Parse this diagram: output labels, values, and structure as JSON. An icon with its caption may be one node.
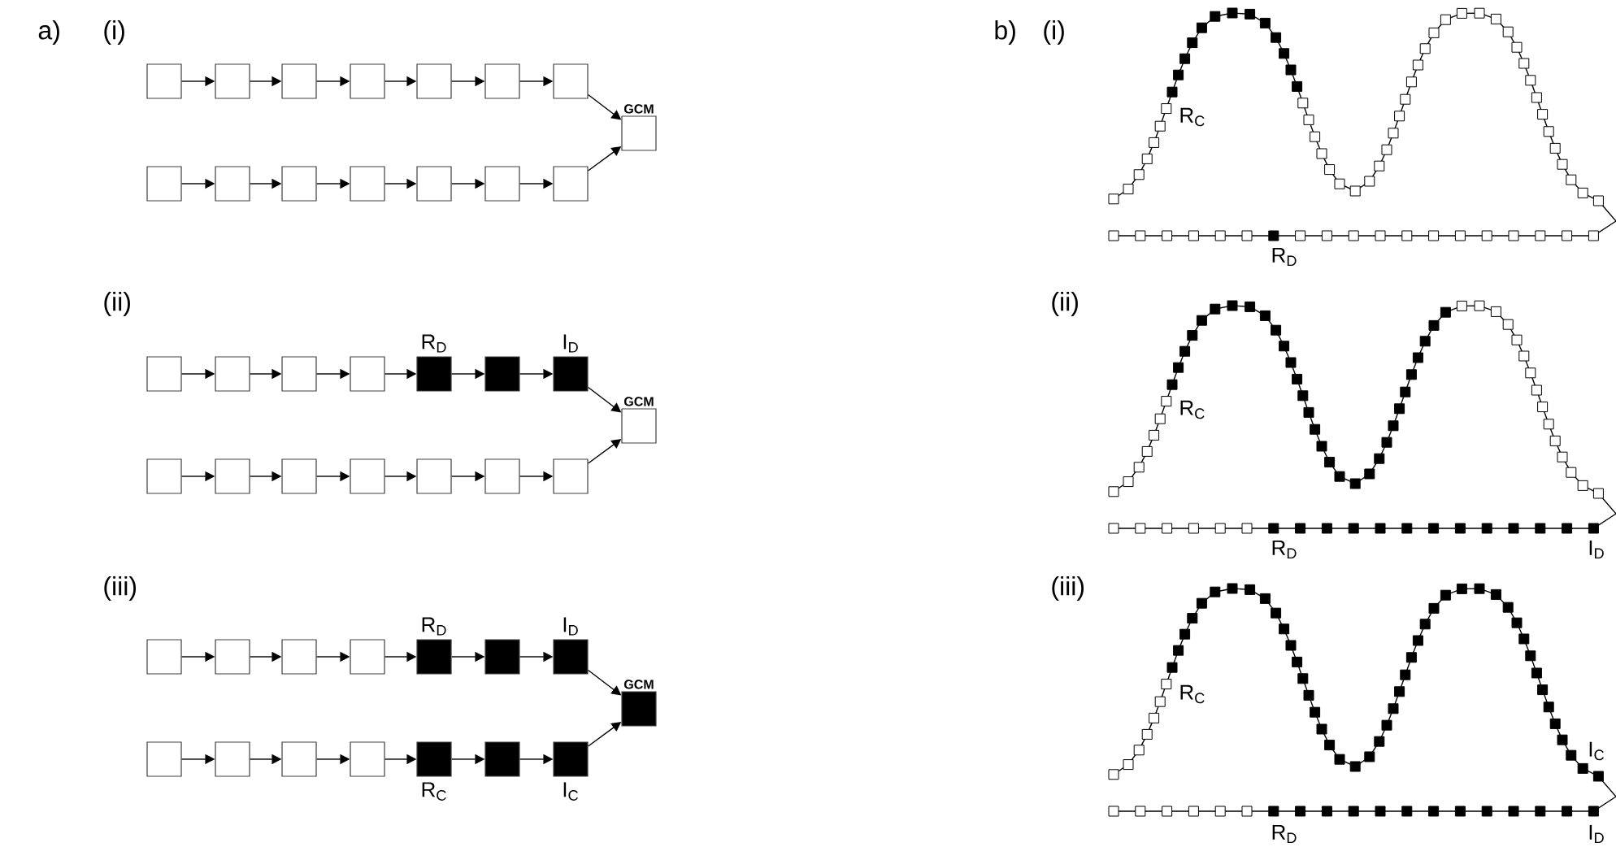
{
  "diagram": {
    "nodes": [
      {
        "text": [],
        "shape": "box"
      },
      {
        "text": [],
        "shape": "box"
      },
      {
        "text": [],
        "shape": "box"
      },
      {
        "text": [],
        "shape": "box"
      },
      {
        "text": [],
        "shape": "box"
      },
      {
        "text": [],
        "shape": "box"
      },
      {
        "text": [],
        "shape": "box"
      },
      {
        "text": [],
        "shape": "box"
      },
      {
        "text": [],
        "shape": "box"
      },
      {
        "text": [],
        "shape": "box"
      },
      {
        "text": [],
        "shape": "box"
      },
      {
        "text": [],
        "shape": "box"
      },
      {
        "text": [],
        "shape": "box"
      },
      {
        "text": [],
        "shape": "box"
      },
      {
        "text": [
          "GCM"
        ]
      },
      {
        "text": [],
        "shape": "box"
      },
      {
        "text": [],
        "shape": "box"
      },
      {
        "text": [],
        "shape": "box"
      },
      {
        "text": [],
        "shape": "box"
      },
      {
        "text": [],
        "shape": "box",
        "beside": [
          "R$_{D}$"
        ]
      },
      {
        "text": [],
        "shape": "box"
      },
      {
        "text": [],
        "shape": "box",
        "beside": [
          "I$_{D}$"
        ]
      },
      {
        "text": [],
        "shape": "box"
      },
      {
        "text": [],
        "shape": "box"
      },
      {
        "text": [],
        "shape": "box"
      },
      {
        "text": [],
        "shape": "box"
      },
      {
        "text": [],
        "shape": "box"
      },
      {
        "text": [],
        "shape": "box"
      },
      {
        "text": [],
        "shape": "box"
      },
      {
        "text": [
          "GCM"
        ]
      },
      {
        "text": [],
        "shape": "box"
      },
      {
        "text": [],
        "shape": "box"
      },
      {
        "text": [],
        "shape": "box"
      },
      {
        "text": [],
        "shape": "box"
      },
      {
        "text": [],
        "shape": "box",
        "beside": [
          "R$_{D}$"
        ]
      },
      {
        "text": [],
        "shape": "box"
      },
      {
        "text": [],
        "shape": "box",
        "beside": [
          "I$_{D}$"
        ]
      },
      {
        "text": [],
        "shape": "box"
      },
      {
        "text": [],
        "shape": "box"
      },
      {
        "text": [],
        "shape": "box"
      },
      {
        "text": [],
        "shape": "box"
      },
      {
        "text": [],
        "shape": "box",
        "beside": [
          "R$_{C}$"
        ]
      },
      {
        "text": [],
        "shape": "box"
      },
      {
        "text": [],
        "shape": "box",
        "beside": [
          "I$_{C}$"
        ]
      },
      {
        "text": [
          "GCM"
        ]
      }
    ],
    "edges": [
      {
        "from": 0,
        "to": 1,
        "arrow": "to"
      },
      {
        "from": 1,
        "to": 2,
        "arrow": "to"
      },
      {
        "from": 2,
        "to": 3,
        "arrow": "to"
      },
      {
        "from": 3,
        "to": 4,
        "arrow": "to"
      },
      {
        "from": 4,
        "to": 5,
        "arrow": "to"
      },
      {
        "from": 5,
        "to": 6,
        "arrow": "to"
      },
      {
        "from": 6,
        "to": 14,
        "arrow": "to"
      },
      {
        "from": 7,
        "to": 8,
        "arrow": "to"
      },
      {
        "from": 8,
        "to": 9,
        "arrow": "to"
      },
      {
        "from": 9,
        "to": 10,
        "arrow": "to"
      },
      {
        "from": 10,
        "to": 11,
        "arrow": "to"
      },
      {
        "from": 11,
        "to": 12,
        "arrow": "to"
      },
      {
        "from": 12,
        "to": 13,
        "arrow": "to"
      },
      {
        "from": 13,
        "to": 14,
        "arrow": "to"
      },
      {
        "from": 15,
        "to": 16,
        "arrow": "to"
      },
      {
        "from": 16,
        "to": 17,
        "arrow": "to"
      },
      {
        "from": 17,
        "to": 18,
        "arrow": "to"
      },
      {
        "from": 18,
        "to": 19,
        "arrow": "to"
      },
      {
        "from": 19,
        "to": 20,
        "arrow": "to"
      },
      {
        "from": 20,
        "to": 21,
        "arrow": "to"
      },
      {
        "from": 21,
        "to": 29,
        "arrow": "to"
      },
      {
        "from": 22,
        "to": 23,
        "arrow": "to"
      },
      {
        "from": 23,
        "to": 24,
        "arrow": "to"
      },
      {
        "from": 24,
        "to": 25,
        "arrow": "to"
      },
      {
        "from": 25,
        "to": 26,
        "arrow": "to"
      },
      {
        "from": 26,
        "to": 27,
        "arrow": "to"
      },
      {
        "from": 27,
        "to": 28,
        "arrow": "to"
      },
      {
        "from": 28,
        "to": 29,
        "arrow": "to"
      },
      {
        "from": 30,
        "to": 31,
        "arrow": "to"
      },
      {
        "from": 31,
        "to": 32,
        "arrow": "to"
      },
      {
        "from": 32,
        "to": 33,
        "arrow": "to"
      },
      {
        "from": 33,
        "to": 34,
        "arrow": "to"
      },
      {
        "from": 34,
        "to": 35,
        "arrow": "to"
      },
      {
        "from": 35,
        "to": 36,
        "arrow": "to"
      },
      {
        "from": 36,
        "to": 44,
        "arrow": "to"
      },
      {
        "from": 37,
        "to": 38,
        "arrow": "to"
      },
      {
        "from": 38,
        "to": 39,
        "arrow": "to"
      },
      {
        "from": 39,
        "to": 40,
        "arrow": "to"
      },
      {
        "from": 40,
        "to": 41,
        "arrow": "to"
      },
      {
        "from": 41,
        "to": 42,
        "arrow": "to"
      },
      {
        "from": 42,
        "to": 43,
        "arrow": "to"
      },
      {
        "from": 43,
        "to": 44,
        "arrow": "to"
      }
    ],
    "labels": [
      "a)",
      "(i)",
      "b)",
      "(i)",
      "R$_{C}$",
      "R$_{D}$",
      "(ii)",
      "(ii)",
      "R$_{C}$",
      "R$_{D}$",
      "I$_{D}$",
      "(iii)",
      "(iii)",
      "R$_{C}$",
      "I$_{C}$",
      "R$_{D}$",
      "I$_{D}$"
    ]
  }
}
